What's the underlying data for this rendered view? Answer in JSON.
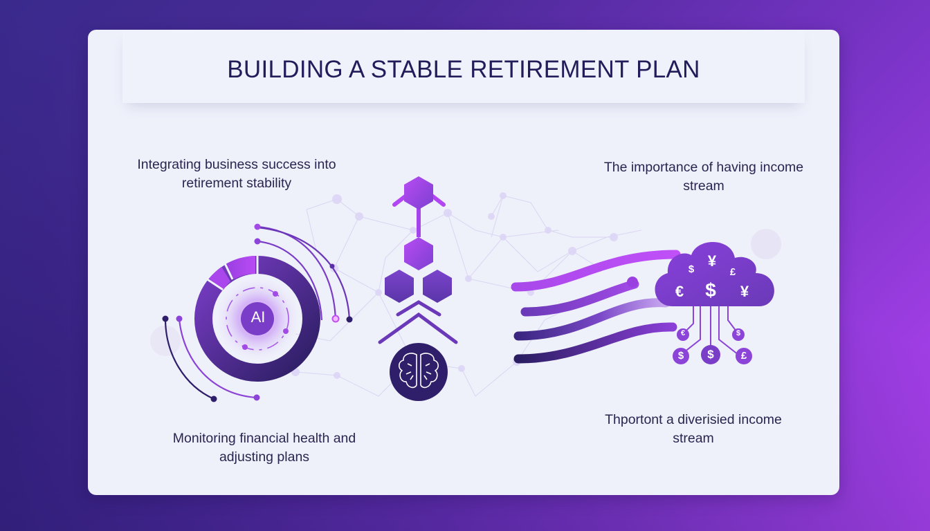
{
  "title": "BUILDING A STABLE RETIREMENT PLAN",
  "captions": {
    "top_left": "Integrating business success into retirement stability",
    "top_right": "The importance of having income stream",
    "bottom_left": "Monitoring financial health and adjusting plans",
    "bottom_right": "Thportont a diverisied income stream"
  },
  "center_badge": {
    "label": "AI",
    "icon": "ai-icon"
  },
  "center_icons": [
    "hexagon-node-icon",
    "hexagon-icon",
    "hexagon-icon",
    "hexagon-icon",
    "chevron-up-icon",
    "brain-icon"
  ],
  "cloud": {
    "icon": "money-cloud-icon",
    "symbols": {
      "top": "¥",
      "small_left": "$",
      "small_right": "£",
      "left": "€",
      "center": "$",
      "right": "¥"
    },
    "coins": [
      "€",
      "$",
      "$",
      "$",
      "£"
    ]
  },
  "colors": {
    "ink": "#231c5a",
    "purple_light": "#b146f2",
    "purple": "#7a3dc7",
    "purple_dark": "#2f1f6a",
    "card_bg": "#eef0fa"
  }
}
